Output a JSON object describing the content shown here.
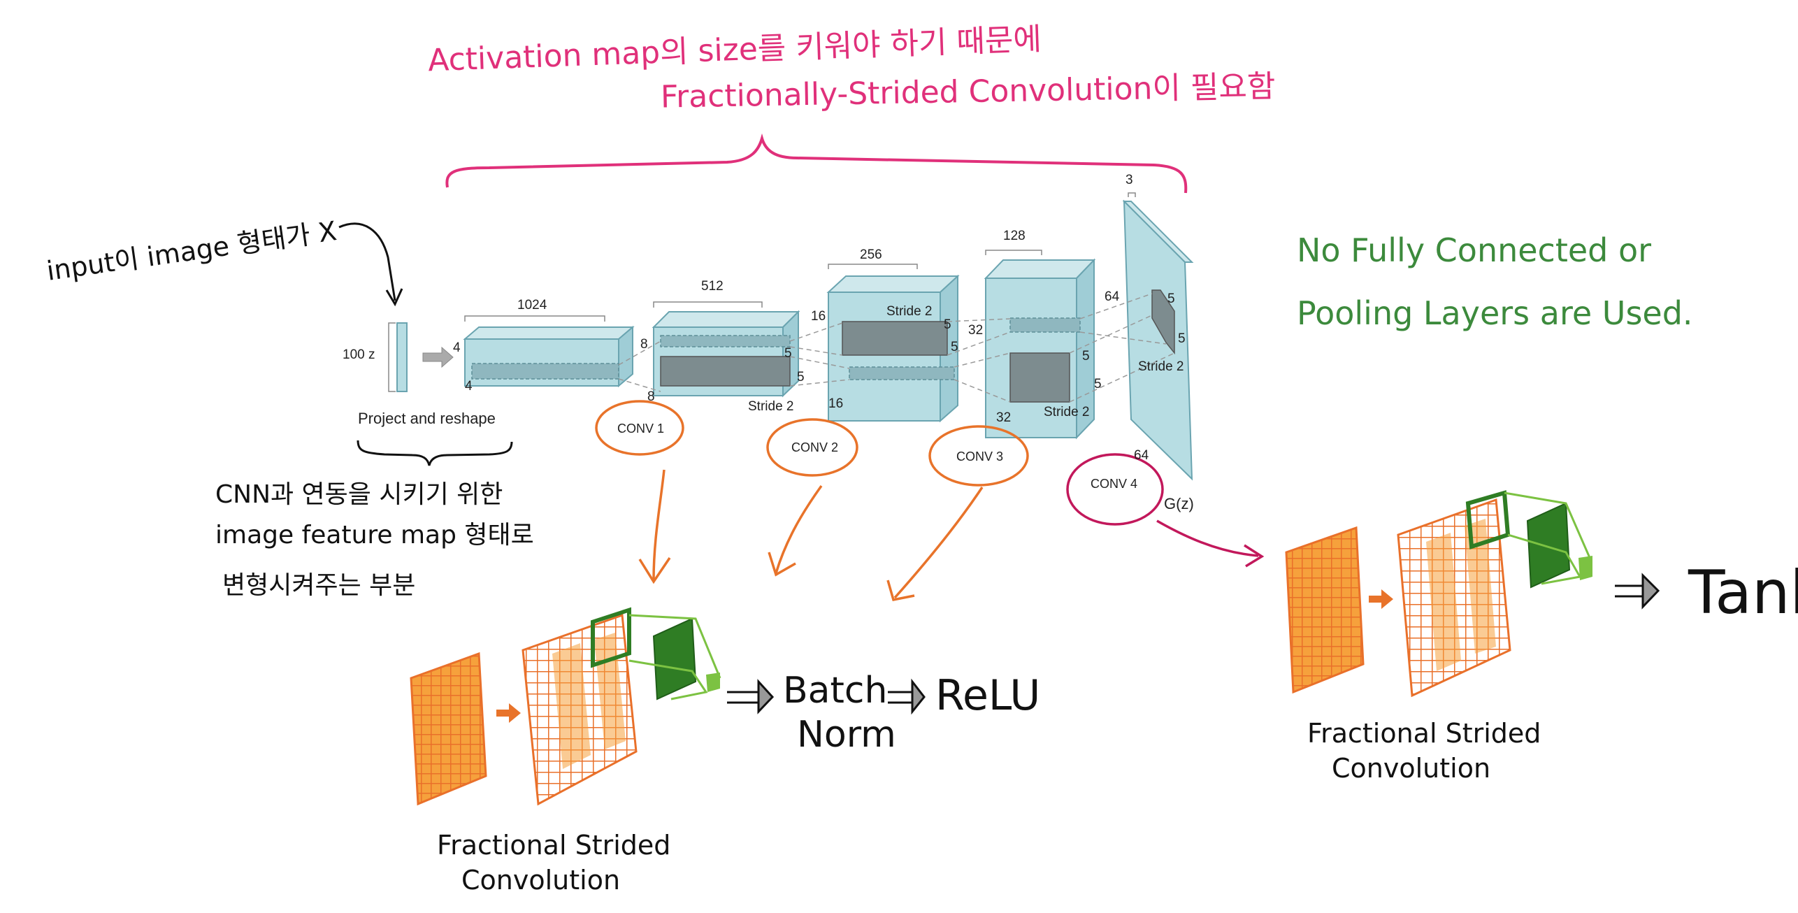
{
  "annotations": {
    "top_line1": "Activation map의 size를 키워야 하기 때문에",
    "top_line2": "Fractionally-Strided Convolution이 필요함",
    "input_note": "input이 image 형태가 X",
    "cnn_note_1": "CNN과 연동을 시키기 위한",
    "cnn_note_2": "image feature map 형태로",
    "cnn_note_3": "변형시켜주는 부분",
    "green_line1": "No Fully Connected or",
    "green_line2": "Pooling Layers are Used."
  },
  "network": {
    "input_label": "100 z",
    "project_label": "Project and reshape",
    "output_label": "G(z)",
    "dims": {
      "d1024": "1024",
      "d512": "512",
      "d256": "256",
      "d128": "128",
      "d3": "3",
      "p4a": "4",
      "p4b": "4",
      "p8a": "8",
      "p8b": "8",
      "p16a": "16",
      "p16b": "16",
      "p32a": "32",
      "p32b": "32",
      "p64a": "64",
      "p64b": "64",
      "k5a": "5",
      "k5b": "5",
      "k5c": "5",
      "k5d": "5",
      "k5e": "5",
      "k5f": "5",
      "k5g": "5",
      "k5h": "5"
    },
    "strides": {
      "s1": "Stride 2",
      "s2": "Stride 2",
      "s3": "Stride 2",
      "s4": "Stride 2"
    },
    "convs": [
      "CONV 1",
      "CONV 2",
      "CONV 3",
      "CONV 4"
    ]
  },
  "bottom_left": {
    "batch": "Batch",
    "norm": "Norm",
    "relu": "ReLU",
    "caption1": "Fractional Strided",
    "caption2": "Convolution"
  },
  "bottom_right": {
    "tanh": "Tanh",
    "caption1": "Fractional Strided",
    "caption2": "Convolution"
  },
  "colors": {
    "pink": "#e0307a",
    "green_text": "#3c8a3c",
    "orange": "#e8732a",
    "box_fill": "#b7dde3",
    "box_stroke": "#6aa4b0",
    "dark_green": "#2f7d24",
    "light_green": "#7cc242"
  }
}
